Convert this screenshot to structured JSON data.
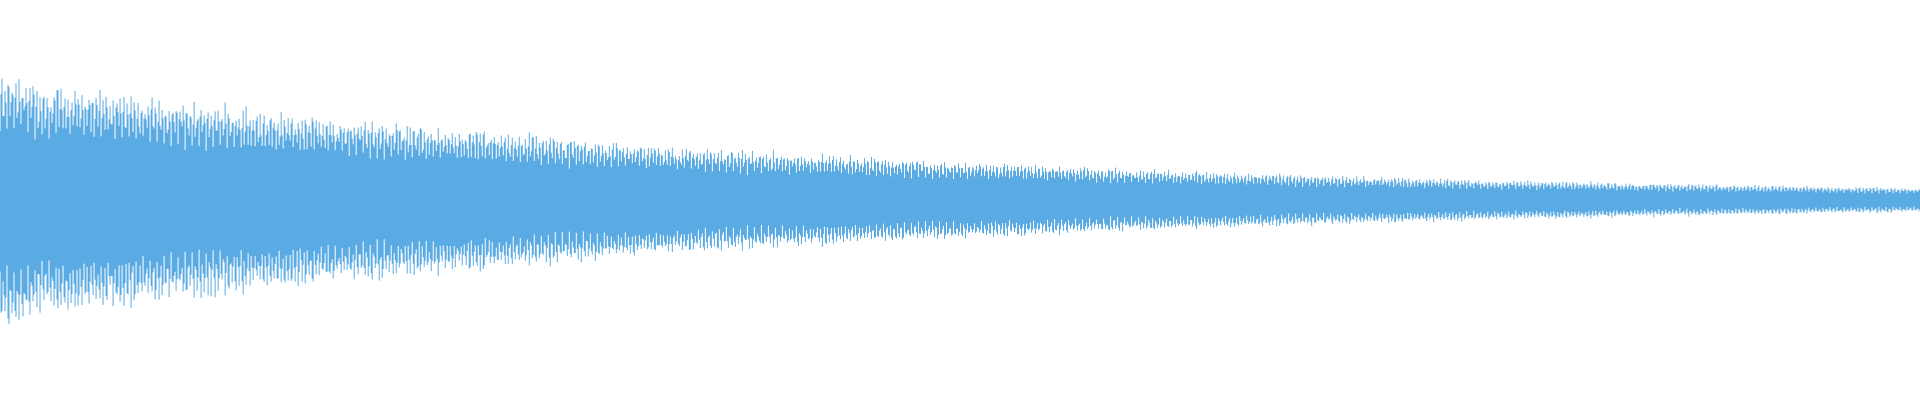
{
  "waveform": {
    "color": "#5aaae3",
    "background": "#ffffff",
    "samples": 1920,
    "amplitude_envelope": {
      "start": 0.82,
      "peak": 0.85,
      "mid": 0.26,
      "end": 0.08,
      "decay": "exponential"
    }
  }
}
